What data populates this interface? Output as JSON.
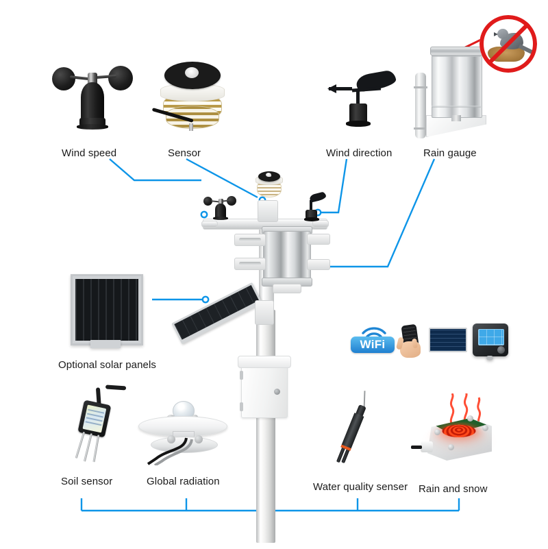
{
  "diagram": {
    "title": "Weather Station Components Diagram",
    "accent_color": "#0d95e8",
    "warning_color": "#e01b1b",
    "background_color": "#ffffff"
  },
  "labels": {
    "wind_speed": "Wind speed",
    "sensor": "Sensor",
    "wind_direction": "Wind direction",
    "rain_gauge": "Rain gauge",
    "optional_solar_panels": "Optional solar panels",
    "soil_sensor": "Soil sensor",
    "global_radiation": "Global radiation",
    "water_quality_senser": "Water quality senser",
    "rain_and_snow": "Rain and snow"
  },
  "components": {
    "top_row": [
      {
        "name": "Wind speed",
        "icon": "anemometer-icon"
      },
      {
        "name": "Sensor",
        "icon": "radiation-shield-icon"
      },
      {
        "name": "Wind direction",
        "icon": "wind-vane-icon"
      },
      {
        "name": "Rain gauge",
        "icon": "rain-gauge-icon"
      }
    ],
    "bottom_row": [
      {
        "name": "Soil sensor",
        "icon": "soil-sensor-icon"
      },
      {
        "name": "Global radiation",
        "icon": "pyranometer-icon"
      },
      {
        "name": "Water quality senser",
        "icon": "water-quality-probe-icon"
      },
      {
        "name": "Rain and snow",
        "icon": "rain-snow-sensor-icon"
      }
    ],
    "power": {
      "name": "Optional solar panels",
      "icon": "solar-panel-icon"
    }
  },
  "warning_badge": {
    "icon": "no-bird-nesting-icon",
    "meaning": "No bird nesting",
    "points_to": "Rain gauge"
  },
  "connectivity": {
    "wifi_label": "WiFi",
    "devices": [
      {
        "name": "mobile-phone-icon",
        "label": "Mobile phone"
      },
      {
        "name": "desktop-monitor-icon",
        "label": "Desktop monitor"
      },
      {
        "name": "data-logger-icon",
        "label": "Data logger"
      }
    ]
  },
  "station": {
    "name": "weather-station-mast",
    "parts": [
      "radiation-shield",
      "anemometer",
      "wind-vane",
      "rain-gauge-cylinder",
      "cross-arm",
      "solar-panel",
      "equipment-enclosure",
      "mast-pole"
    ]
  }
}
